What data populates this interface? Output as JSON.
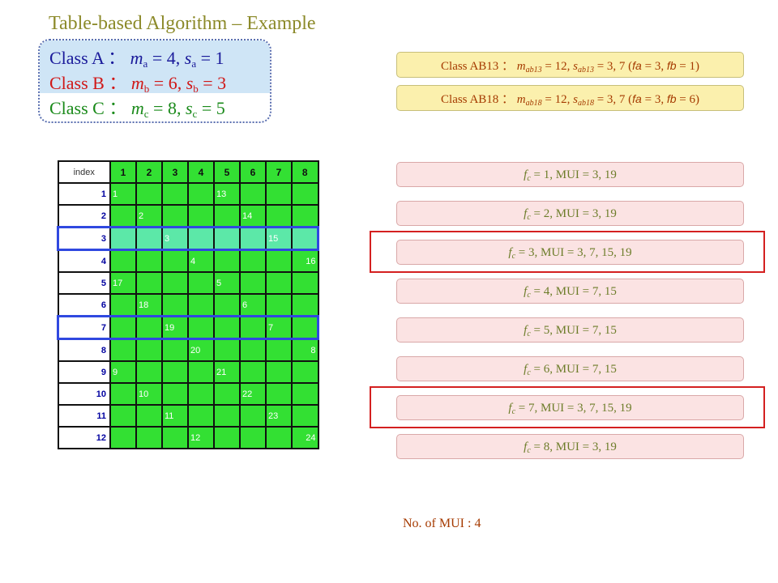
{
  "title": "Table-based Algorithm – Example",
  "classes": [
    {
      "name": "Class A",
      "m_sym": "m",
      "m_sub": "a",
      "m_val": "4",
      "s_sym": "s",
      "s_sub": "a",
      "s_val": "1",
      "color": "#1a1a9a"
    },
    {
      "name": "Class B",
      "m_sym": "m",
      "m_sub": "b",
      "m_val": "6",
      "s_sym": "s",
      "s_sub": "b",
      "s_val": "3",
      "color": "#d01818"
    },
    {
      "name": "Class C",
      "m_sym": "m",
      "m_sub": "c",
      "m_val": "8",
      "s_sym": "s",
      "s_sub": "c",
      "s_val": "5",
      "color": "#1a8a1a"
    }
  ],
  "ab_classes": [
    {
      "name": "Class AB13",
      "m_sub": "ab13",
      "m_val": "12",
      "s_sub": "ab13",
      "s_val": "3, 7",
      "fa": "3",
      "fb": "1"
    },
    {
      "name": "Class AB18",
      "m_sub": "ab18",
      "m_val": "12",
      "s_sub": "ab18",
      "s_val": "3, 7",
      "fa": "3",
      "fb": "6"
    }
  ],
  "table": {
    "corner": "index",
    "columns": [
      "1",
      "2",
      "3",
      "4",
      "5",
      "6",
      "7",
      "8"
    ],
    "rows": [
      {
        "index": "1",
        "cells": [
          "1",
          "",
          "",
          "",
          "13",
          "",
          "",
          ""
        ]
      },
      {
        "index": "2",
        "cells": [
          "",
          "2",
          "",
          "",
          "",
          "14",
          "",
          ""
        ]
      },
      {
        "index": "3",
        "cells": [
          "",
          "",
          "3",
          "",
          "",
          "",
          "15",
          ""
        ]
      },
      {
        "index": "4",
        "cells": [
          "",
          "",
          "",
          "4",
          "",
          "",
          "",
          "16"
        ]
      },
      {
        "index": "5",
        "cells": [
          "17",
          "",
          "",
          "",
          "5",
          "",
          "",
          ""
        ]
      },
      {
        "index": "6",
        "cells": [
          "",
          "18",
          "",
          "",
          "",
          "6",
          "",
          ""
        ]
      },
      {
        "index": "7",
        "cells": [
          "",
          "",
          "19",
          "",
          "",
          "",
          "7",
          ""
        ]
      },
      {
        "index": "8",
        "cells": [
          "",
          "",
          "",
          "20",
          "",
          "",
          "",
          "8"
        ]
      },
      {
        "index": "9",
        "cells": [
          "9",
          "",
          "",
          "",
          "21",
          "",
          "",
          ""
        ]
      },
      {
        "index": "10",
        "cells": [
          "",
          "10",
          "",
          "",
          "",
          "22",
          "",
          ""
        ]
      },
      {
        "index": "11",
        "cells": [
          "",
          "",
          "11",
          "",
          "",
          "",
          "23",
          ""
        ]
      },
      {
        "index": "12",
        "cells": [
          "",
          "",
          "",
          "12",
          "",
          "",
          "",
          "24"
        ]
      }
    ],
    "highlighted_rows": [
      "3",
      "7"
    ]
  },
  "fc_results": [
    {
      "fc": "1",
      "mui": "3, 19",
      "highlight": false
    },
    {
      "fc": "2",
      "mui": "3, 19",
      "highlight": false
    },
    {
      "fc": "3",
      "mui": "3, 7, 15, 19",
      "highlight": true
    },
    {
      "fc": "4",
      "mui": "7, 15",
      "highlight": false
    },
    {
      "fc": "5",
      "mui": "7, 15",
      "highlight": false
    },
    {
      "fc": "6",
      "mui": "7, 15",
      "highlight": false
    },
    {
      "fc": "7",
      "mui": "3, 7, 15, 19",
      "highlight": true
    },
    {
      "fc": "8",
      "mui": "3, 19",
      "highlight": false
    }
  ],
  "mui_count_label": "No. of MUI : 4",
  "colors": {
    "title": "#8c8a2a",
    "table_cell": "#33e033",
    "highlight_row": "#3048e0",
    "fc_outline": "#d42020"
  }
}
